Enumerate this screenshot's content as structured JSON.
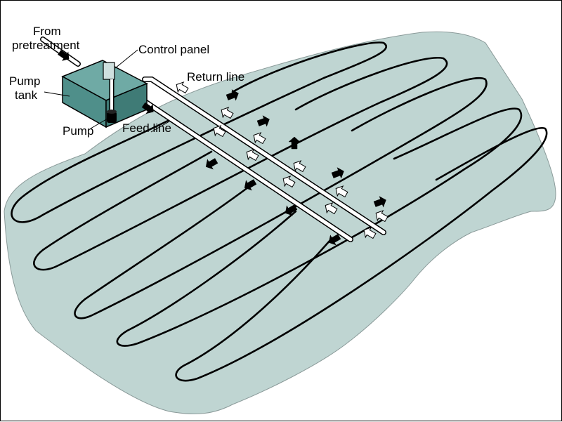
{
  "labels": {
    "from_pretreatment": [
      "From",
      "pretreatment"
    ],
    "control_panel": "Control panel",
    "return_line": "Return line",
    "pump_tank": [
      "Pump",
      "tank"
    ],
    "pump": "Pump",
    "feed_line": "Feed line"
  },
  "colors": {
    "field": "#bfd5d2",
    "tank_top": "#6faaa5",
    "tank_front": "#4f8f8a",
    "tank_side": "#3f7b76",
    "emitter_line": "#000000",
    "pipe": "#ffffff"
  }
}
